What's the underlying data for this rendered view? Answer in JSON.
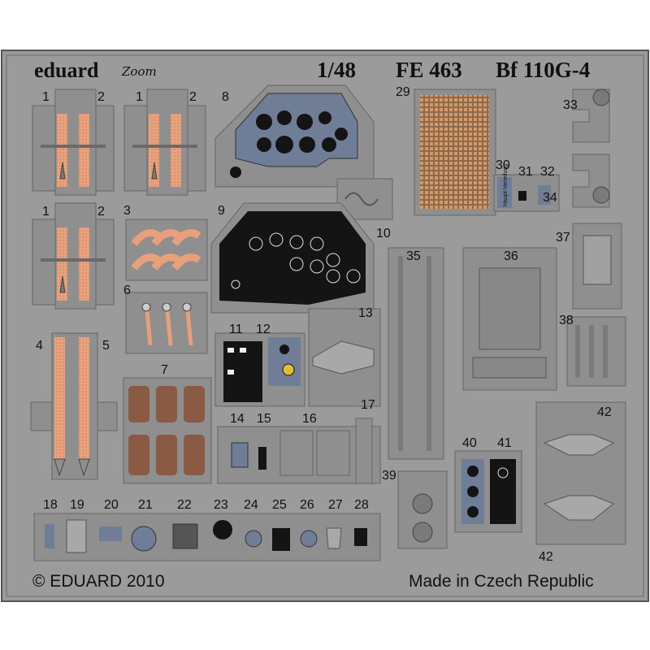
{
  "header": {
    "brand": "eduard",
    "brand_zoom": "Zoom",
    "scale": "1/48",
    "code": "FE 463",
    "model": "Bf 110G-4"
  },
  "footer": {
    "copyright": "© EDUARD 2010",
    "origin": "Made in Czech Republic"
  },
  "stamp": "Haupt-Verteilung",
  "parts": [
    {
      "id": "1a",
      "label": "1"
    },
    {
      "id": "2a",
      "label": "2"
    },
    {
      "id": "1b",
      "label": "1"
    },
    {
      "id": "2b",
      "label": "2"
    },
    {
      "id": "1c",
      "label": "1"
    },
    {
      "id": "2c",
      "label": "2"
    },
    {
      "id": "3",
      "label": "3"
    },
    {
      "id": "4",
      "label": "4"
    },
    {
      "id": "5",
      "label": "5"
    },
    {
      "id": "6",
      "label": "6"
    },
    {
      "id": "7",
      "label": "7"
    },
    {
      "id": "8",
      "label": "8"
    },
    {
      "id": "9",
      "label": "9"
    },
    {
      "id": "10",
      "label": "10"
    },
    {
      "id": "11",
      "label": "11"
    },
    {
      "id": "12",
      "label": "12"
    },
    {
      "id": "13",
      "label": "13"
    },
    {
      "id": "14",
      "label": "14"
    },
    {
      "id": "15",
      "label": "15"
    },
    {
      "id": "16",
      "label": "16"
    },
    {
      "id": "17",
      "label": "17"
    },
    {
      "id": "18",
      "label": "18"
    },
    {
      "id": "19",
      "label": "19"
    },
    {
      "id": "20",
      "label": "20"
    },
    {
      "id": "21",
      "label": "21"
    },
    {
      "id": "22",
      "label": "22"
    },
    {
      "id": "23",
      "label": "23"
    },
    {
      "id": "24",
      "label": "24"
    },
    {
      "id": "25",
      "label": "25"
    },
    {
      "id": "26",
      "label": "26"
    },
    {
      "id": "27",
      "label": "27"
    },
    {
      "id": "28",
      "label": "28"
    },
    {
      "id": "29",
      "label": "29"
    },
    {
      "id": "30",
      "label": "30"
    },
    {
      "id": "31",
      "label": "31"
    },
    {
      "id": "32",
      "label": "32"
    },
    {
      "id": "33",
      "label": "33"
    },
    {
      "id": "34",
      "label": "34"
    },
    {
      "id": "35",
      "label": "35"
    },
    {
      "id": "36",
      "label": "36"
    },
    {
      "id": "37",
      "label": "37"
    },
    {
      "id": "38",
      "label": "38"
    },
    {
      "id": "39",
      "label": "39"
    },
    {
      "id": "40",
      "label": "40"
    },
    {
      "id": "41",
      "label": "41"
    },
    {
      "id": "42a",
      "label": "42"
    },
    {
      "id": "42b",
      "label": "42"
    }
  ],
  "colors": {
    "fret": "#9a9a9a",
    "fret_border": "#555555",
    "belt": "#e8a07a",
    "panel": "#6f7d97",
    "black_panel": "#141414",
    "cushion": "#8a5a45",
    "copper": "#c98a5a"
  }
}
